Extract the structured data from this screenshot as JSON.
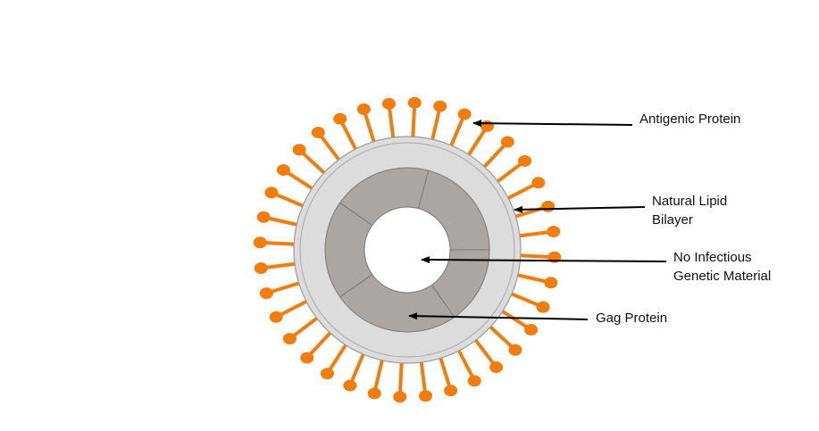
{
  "colors": {
    "spike": "#f27d0c",
    "membrane": "#dcdcdc",
    "membrane_stroke": "#9a9a9a",
    "gag": "#aaa6a3",
    "gag_stroke": "#7a7775",
    "core": "#ffffff",
    "arrow": "#000000"
  },
  "labels": {
    "antigenic_protein": "Antigenic Protein",
    "lipid_bilayer": [
      "Natural Lipid",
      "Bilayer"
    ],
    "genetic_material": [
      "No Infectious",
      "Genetic Material"
    ],
    "gag_protein": "Gag Protein"
  }
}
